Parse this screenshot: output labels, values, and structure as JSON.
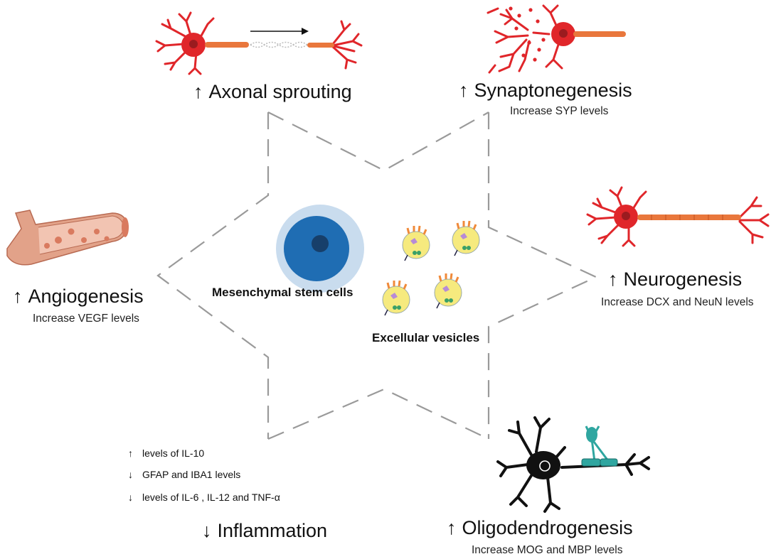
{
  "center": {
    "cell_label": "Mesenchymal stem cells",
    "vesicle_label": "Excellular vesicles"
  },
  "effects": {
    "axonal": {
      "arrow": "↑",
      "title": "Axonal sprouting"
    },
    "synapto": {
      "arrow": "↑",
      "title": "Synaptonegenesis",
      "detail": "Increase SYP levels"
    },
    "neuro": {
      "arrow": "↑",
      "title": "Neurogenesis",
      "detail": "Increase DCX and NeuN levels"
    },
    "angio": {
      "arrow": "↑",
      "title": "Angiogenesis",
      "detail": "Increase VEGF levels"
    },
    "oligo": {
      "arrow": "↑",
      "title": "Oligodendrogenesis",
      "detail": "Increase MOG and MBP levels"
    },
    "inflammation": {
      "arrow": "↓",
      "title": "Inflammation",
      "items": [
        {
          "arrow": "↑",
          "text": "levels of  IL-10"
        },
        {
          "arrow": "↓",
          "text": "GFAP and IBA1 levels"
        },
        {
          "arrow": "↓",
          "text": "levels of  IL-6 , IL-12 and TNF-α"
        }
      ]
    }
  },
  "colors": {
    "neuron_red": "#e0262a",
    "axon_orange": "#e9773c",
    "nucleus_dark": "#9b1b1f",
    "cell_halo": "#c9dcee",
    "cell_nucleus": "#1f6db3",
    "vesicle_yellow": "#f6ea7e",
    "vessel": "#e2a289",
    "vessel_dots": "#d97a5f",
    "oligo_teal": "#2fa6a0",
    "dash_gray": "#9a9a9a"
  }
}
